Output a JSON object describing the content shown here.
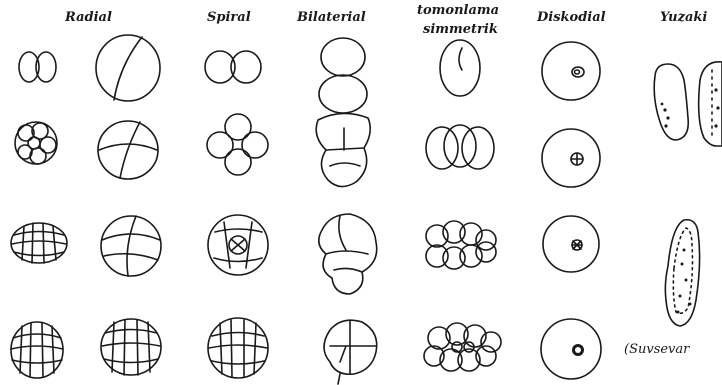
{
  "headers": {
    "radial": "Radial",
    "spiral": "Spiral",
    "bilaterial": "Bilaterial",
    "tomonlama_1": "tomonlama",
    "tomonlama_2": "simmetrik",
    "diskodial": "Diskodial",
    "yuzaki": "Yuzaki"
  },
  "caption": "(Suvsevar"
}
